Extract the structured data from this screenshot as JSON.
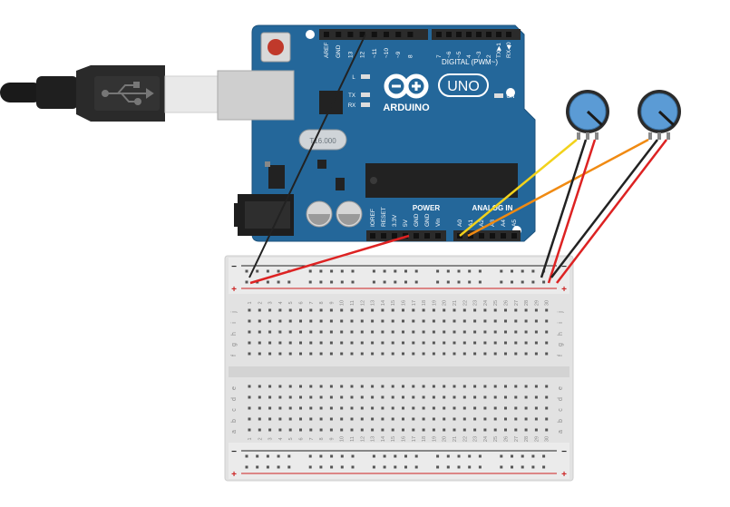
{
  "arduino": {
    "brand": "ARDUINO",
    "model": "UNO",
    "digital_header": "DIGITAL (PWM~)",
    "digital_pins": [
      "AREF",
      "GND",
      "13",
      "12",
      "~11",
      "~10",
      "~9",
      "8",
      "7",
      "~6",
      "~5",
      "4",
      "~3",
      "2",
      "TX▶1",
      "RX◀0"
    ],
    "power_header": "POWER",
    "power_pins": [
      "IOREF",
      "RESET",
      "3.3V",
      "5V",
      "GND",
      "GND",
      "Vin"
    ],
    "analog_header": "ANALOG IN",
    "analog_pins": [
      "A0",
      "A1",
      "A2",
      "A3",
      "A4",
      "A5"
    ],
    "led_labels": {
      "l": "L",
      "tx": "TX",
      "rx": "RX",
      "on": "ON"
    },
    "crystal": "T16.000",
    "colors": {
      "board": "#24679a",
      "header": "#2b2b2b",
      "chip": "#222222"
    }
  },
  "breadboard": {
    "row_letters_top": [
      "j",
      "i",
      "h",
      "g",
      "f"
    ],
    "row_letters_bottom": [
      "e",
      "d",
      "c",
      "b",
      "a"
    ],
    "columns": [
      "1",
      "2",
      "3",
      "4",
      "5",
      "6",
      "7",
      "8",
      "9",
      "10",
      "11",
      "12",
      "13",
      "14",
      "15",
      "16",
      "17",
      "18",
      "19",
      "20",
      "21",
      "22",
      "23",
      "24",
      "25",
      "26",
      "27",
      "28",
      "29",
      "30"
    ],
    "rail_minus": "−",
    "rail_plus": "+",
    "colors": {
      "minus": "#222222",
      "plus": "#cc2222",
      "body": "#e2e2e2"
    }
  },
  "wires": [
    {
      "name": "gnd-wire",
      "color": "#222222"
    },
    {
      "name": "5v-wire",
      "color": "#dd2222"
    },
    {
      "name": "a0-signal-wire",
      "color": "#f2d21b"
    },
    {
      "name": "a1-signal-wire",
      "color": "#f08a12"
    },
    {
      "name": "pot1-gnd-wire",
      "color": "#222222"
    },
    {
      "name": "pot1-5v-wire",
      "color": "#dd2222"
    },
    {
      "name": "pot2-gnd-wire",
      "color": "#222222"
    },
    {
      "name": "pot2-5v-wire",
      "color": "#dd2222"
    }
  ],
  "potentiometers": [
    {
      "name": "potentiometer-1",
      "knob_color": "#5b9bd5"
    },
    {
      "name": "potentiometer-2",
      "knob_color": "#5b9bd5"
    }
  ]
}
